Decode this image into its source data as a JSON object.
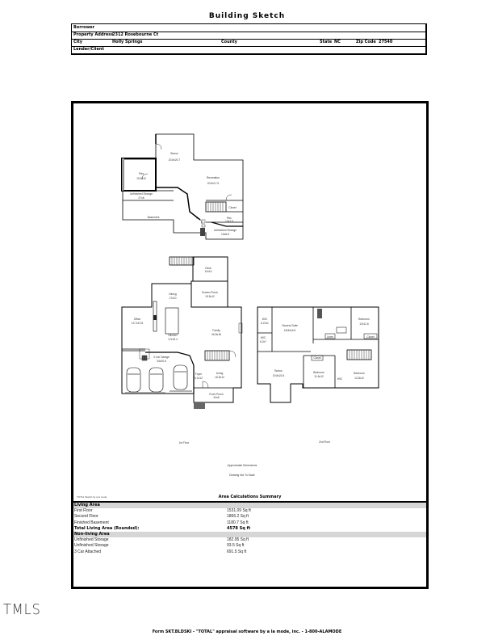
{
  "document": {
    "title": "Building Sketch"
  },
  "header": {
    "borrower": {
      "label": "Borrower",
      "value": ""
    },
    "property_address": {
      "label": "Property Address",
      "value": "2312 Rosebourne Ct"
    },
    "city": {
      "label": "City",
      "value": "Holly Springs"
    },
    "county": {
      "label": "County",
      "value": ""
    },
    "state": {
      "label": "State",
      "value": "NC"
    },
    "zip": {
      "label": "Zip Code",
      "value": "27540"
    },
    "lender": {
      "label": "Lender/Client",
      "value": ""
    }
  },
  "sketch": {
    "basement": {
      "rooms": [
        {
          "name": "Bonus",
          "dims": "20.6x20.7"
        },
        {
          "name": "Flex",
          "dims": "15.5x12"
        },
        {
          "name": "Recreation",
          "dims": "20.6x17.5"
        },
        {
          "name": "Unfinished Storage",
          "dims": "27x6"
        },
        {
          "name": "Basement",
          "dims": ""
        },
        {
          "name": "Closet",
          "dims": ""
        },
        {
          "name": "Rec",
          "dims": "10x7.5"
        },
        {
          "name": "Unfinished Storage",
          "dims": "15x6.8"
        }
      ]
    },
    "first_floor": {
      "label": "1st Floor",
      "rooms": [
        {
          "name": "Deck",
          "dims": "12x10"
        },
        {
          "name": "Screen Porch",
          "dims": "15.5x12"
        },
        {
          "name": "Dining",
          "dims": "17x10"
        },
        {
          "name": "Office",
          "dims": "13.7x13.5"
        },
        {
          "name": "Kitchen",
          "dims": "17x15.4"
        },
        {
          "name": "Family",
          "dims": "26.8x18"
        },
        {
          "name": "3 Car Garage",
          "dims": "34x20.6"
        },
        {
          "name": "Foyer",
          "dims": "6.2x12"
        },
        {
          "name": "Living",
          "dims": "16.5x12"
        },
        {
          "name": "Front Porch",
          "dims": "24x6"
        }
      ]
    },
    "second_floor": {
      "label": "2nd Floor",
      "rooms": [
        {
          "name": "WIC",
          "dims": "6.2x11"
        },
        {
          "name": "WIC",
          "dims": "6.2x7"
        },
        {
          "name": "Owners Suite",
          "dims": "18.8x16.5"
        },
        {
          "name": "Bedroom",
          "dims": "12x11.6"
        },
        {
          "name": "Linen",
          "dims": ""
        },
        {
          "name": "Closet",
          "dims": ""
        },
        {
          "name": "Closet",
          "dims": ""
        },
        {
          "name": "Bonus",
          "dims": "19.8x22.6"
        },
        {
          "name": "Bedroom",
          "dims": "11.6x12"
        },
        {
          "name": "Bedroom",
          "dims": "12.8x12"
        },
        {
          "name": "WIC",
          "dims": ""
        }
      ]
    },
    "notes": {
      "line1": "Approximate Dimensions",
      "line2": "Drawing Not To Scale"
    }
  },
  "area_summary": {
    "source_note": "TOTAL Sketch by a la mode",
    "title": "Area Calculations Summary",
    "living_area": {
      "label": "Living Area",
      "rows": [
        {
          "label": "First Floor",
          "value": "1531.09 Sq ft"
        },
        {
          "label": "Second Floor",
          "value": "1866.2 Sq ft"
        },
        {
          "label": "Finished Basement",
          "value": "1180.7 Sq ft"
        }
      ],
      "total": {
        "label": "Total Living Area (Rounded):",
        "value": "4578 Sq ft"
      }
    },
    "non_living_area": {
      "label": "Non-living Area",
      "rows": [
        {
          "label": "Unfinished Storage",
          "value": "182.95 Sq ft"
        },
        {
          "label": "Unfinished Storage",
          "value": "93.5 Sq ft"
        },
        {
          "label": "3 Car Attached",
          "value": "691.5 Sq ft"
        }
      ]
    }
  },
  "watermark": "TMLS",
  "footer": "Form SKT.BLDSKI - \"TOTAL\" appraisal software by a la mode, inc. - 1-800-ALAMODE"
}
